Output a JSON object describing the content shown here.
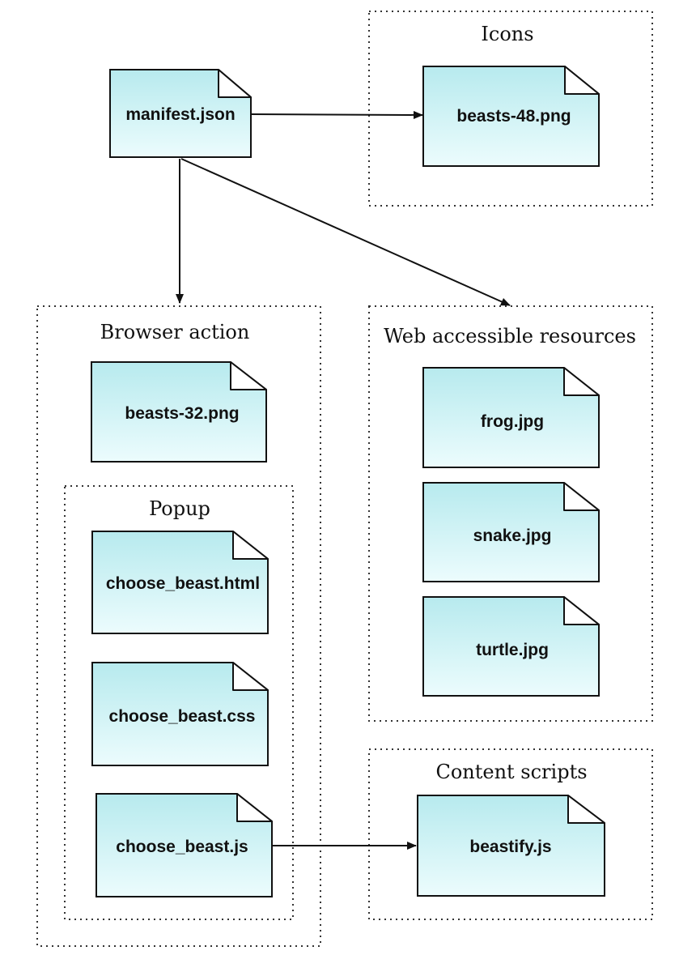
{
  "colors": {
    "node_fill_top": "#b7eaee",
    "node_fill_bottom": "#ecfcfd",
    "stroke": "#111111"
  },
  "icons": {
    "node_shape": "document-with-folded-corner-icon"
  },
  "clusters": {
    "icons": {
      "title": "Icons"
    },
    "browser_action": {
      "title": "Browser action"
    },
    "popup": {
      "title": "Popup"
    },
    "web_accessible": {
      "title": "Web accessible resources"
    },
    "content_scripts": {
      "title": "Content scripts"
    }
  },
  "nodes": {
    "manifest": "manifest.json",
    "beasts48": "beasts-48.png",
    "beasts32": "beasts-32.png",
    "choose_html": "choose_beast.html",
    "choose_css": "choose_beast.css",
    "choose_js": "choose_beast.js",
    "frog": "frog.jpg",
    "snake": "snake.jpg",
    "turtle": "turtle.jpg",
    "beastify": "beastify.js"
  },
  "edges": [
    {
      "from": "manifest.json",
      "to": "beasts-48.png"
    },
    {
      "from": "manifest.json",
      "to": "Browser action"
    },
    {
      "from": "manifest.json",
      "to": "Web accessible resources"
    },
    {
      "from": "choose_beast.js",
      "to": "beastify.js"
    }
  ]
}
